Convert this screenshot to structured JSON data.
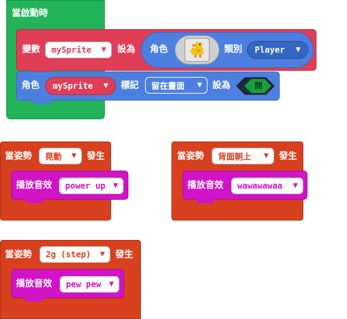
{
  "colors": {
    "event_green": "#23b45a",
    "variable_red": "#e03d57",
    "sprite_blue": "#4c7fe0",
    "controller_orange": "#d8401e",
    "music_magenta": "#d213c8",
    "sprite_id_blue": "#3466c4",
    "hex_green": "#17a03c"
  },
  "start_block": {
    "label": "當啟動時",
    "set_block": {
      "label_set": "變數",
      "variable": "mySprite",
      "label_to": "設為",
      "label_sprite": "角色",
      "label_kind": "類別",
      "kind": "Player"
    },
    "flag_block": {
      "label_sprite": "角色",
      "variable": "mySprite",
      "label_flag": "標記",
      "flag": "留在畫面",
      "label_to": "設為",
      "toggle": "開"
    }
  },
  "gesture_blocks": [
    {
      "label_when": "當姿勢",
      "gesture": "晃動",
      "label_occurs": "發生",
      "play_label": "播放音效",
      "sound": "power up"
    },
    {
      "label_when": "當姿勢",
      "gesture": "背面朝上",
      "label_occurs": "發生",
      "play_label": "播放音效",
      "sound": "wawawawaa"
    },
    {
      "label_when": "當姿勢",
      "gesture": "2g (step)",
      "label_occurs": "發生",
      "play_label": "播放音效",
      "sound": "pew pew"
    }
  ]
}
